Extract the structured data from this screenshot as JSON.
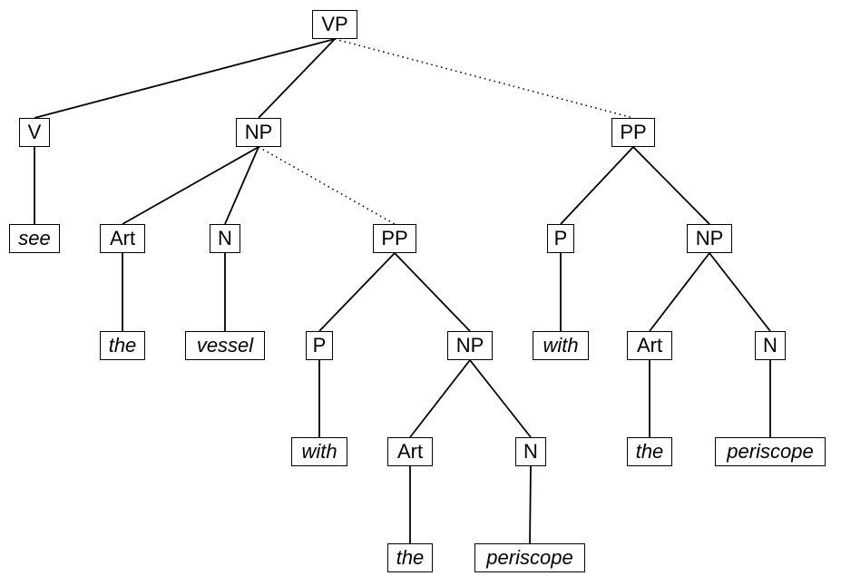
{
  "tree": {
    "nodes": [
      {
        "id": "vp",
        "label": "VP",
        "kind": "category"
      },
      {
        "id": "v",
        "label": "V",
        "kind": "category"
      },
      {
        "id": "see",
        "label": "see",
        "kind": "word"
      },
      {
        "id": "np1",
        "label": "NP",
        "kind": "category"
      },
      {
        "id": "art1",
        "label": "Art",
        "kind": "category"
      },
      {
        "id": "the1",
        "label": "the",
        "kind": "word"
      },
      {
        "id": "n1",
        "label": "N",
        "kind": "category"
      },
      {
        "id": "vessel",
        "label": "vessel",
        "kind": "word"
      },
      {
        "id": "pp1",
        "label": "PP",
        "kind": "category"
      },
      {
        "id": "p1",
        "label": "P",
        "kind": "category"
      },
      {
        "id": "with1",
        "label": "with",
        "kind": "word"
      },
      {
        "id": "np2",
        "label": "NP",
        "kind": "category"
      },
      {
        "id": "art2",
        "label": "Art",
        "kind": "category"
      },
      {
        "id": "the2",
        "label": "the",
        "kind": "word"
      },
      {
        "id": "n2",
        "label": "N",
        "kind": "category"
      },
      {
        "id": "periscope1",
        "label": "periscope",
        "kind": "word"
      },
      {
        "id": "pp2",
        "label": "PP",
        "kind": "category"
      },
      {
        "id": "p2",
        "label": "P",
        "kind": "category"
      },
      {
        "id": "with2",
        "label": "with",
        "kind": "word"
      },
      {
        "id": "np3",
        "label": "NP",
        "kind": "category"
      },
      {
        "id": "art3",
        "label": "Art",
        "kind": "category"
      },
      {
        "id": "the3",
        "label": "the",
        "kind": "word"
      },
      {
        "id": "n3",
        "label": "N",
        "kind": "category"
      },
      {
        "id": "periscope2",
        "label": "periscope",
        "kind": "word"
      }
    ],
    "edges": [
      {
        "from": "vp",
        "to": "v",
        "style": "solid"
      },
      {
        "from": "vp",
        "to": "np1",
        "style": "solid"
      },
      {
        "from": "vp",
        "to": "pp2",
        "style": "dotted"
      },
      {
        "from": "v",
        "to": "see",
        "style": "solid"
      },
      {
        "from": "np1",
        "to": "art1",
        "style": "solid"
      },
      {
        "from": "np1",
        "to": "n1",
        "style": "solid"
      },
      {
        "from": "np1",
        "to": "pp1",
        "style": "dotted"
      },
      {
        "from": "art1",
        "to": "the1",
        "style": "solid"
      },
      {
        "from": "n1",
        "to": "vessel",
        "style": "solid"
      },
      {
        "from": "pp1",
        "to": "p1",
        "style": "solid"
      },
      {
        "from": "pp1",
        "to": "np2",
        "style": "solid"
      },
      {
        "from": "p1",
        "to": "with1",
        "style": "solid"
      },
      {
        "from": "np2",
        "to": "art2",
        "style": "solid"
      },
      {
        "from": "np2",
        "to": "n2",
        "style": "solid"
      },
      {
        "from": "art2",
        "to": "the2",
        "style": "solid"
      },
      {
        "from": "n2",
        "to": "periscope1",
        "style": "solid"
      },
      {
        "from": "pp2",
        "to": "p2",
        "style": "solid"
      },
      {
        "from": "pp2",
        "to": "np3",
        "style": "solid"
      },
      {
        "from": "p2",
        "to": "with2",
        "style": "solid"
      },
      {
        "from": "np3",
        "to": "art3",
        "style": "solid"
      },
      {
        "from": "np3",
        "to": "n3",
        "style": "solid"
      },
      {
        "from": "art3",
        "to": "the3",
        "style": "solid"
      },
      {
        "from": "n3",
        "to": "periscope2",
        "style": "solid"
      }
    ]
  }
}
